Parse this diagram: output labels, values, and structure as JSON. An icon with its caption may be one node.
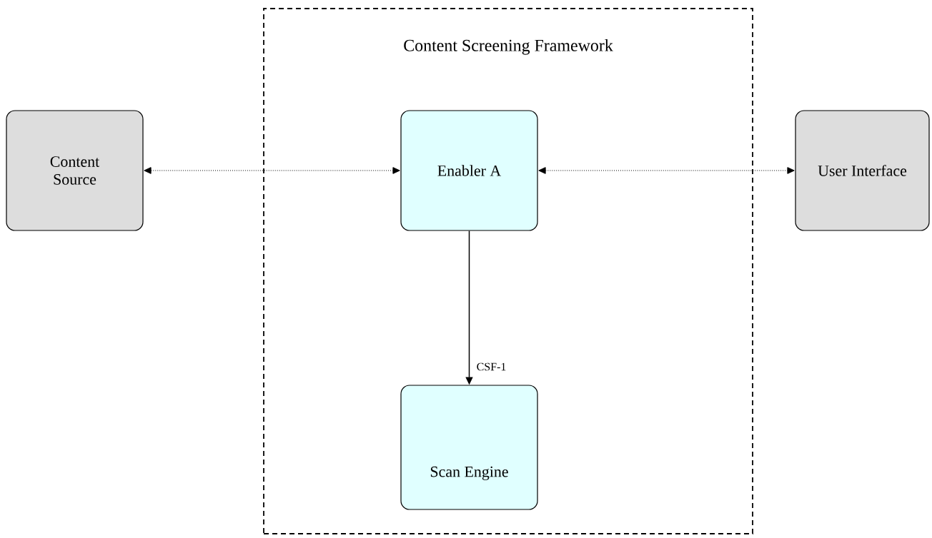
{
  "diagram": {
    "nodes": [
      {
        "text": [
          "Content Screening Framework"
        ]
      },
      {
        "text": [
          "Content Source"
        ]
      },
      {
        "text": [
          "Enabler A"
        ],
        "in": 0
      },
      {
        "text": [
          "Scan Engine"
        ],
        "in": 0
      },
      {
        "text": [
          "User Interface"
        ]
      }
    ],
    "edges": [
      {
        "from": 1,
        "to": 2,
        "arrow": "both",
        "style": "dashed"
      },
      {
        "from": 2,
        "to": 4,
        "arrow": "both",
        "style": "dashed"
      },
      {
        "from": 2,
        "to": 3,
        "arrow": "to",
        "label": "CSF-1"
      }
    ]
  }
}
